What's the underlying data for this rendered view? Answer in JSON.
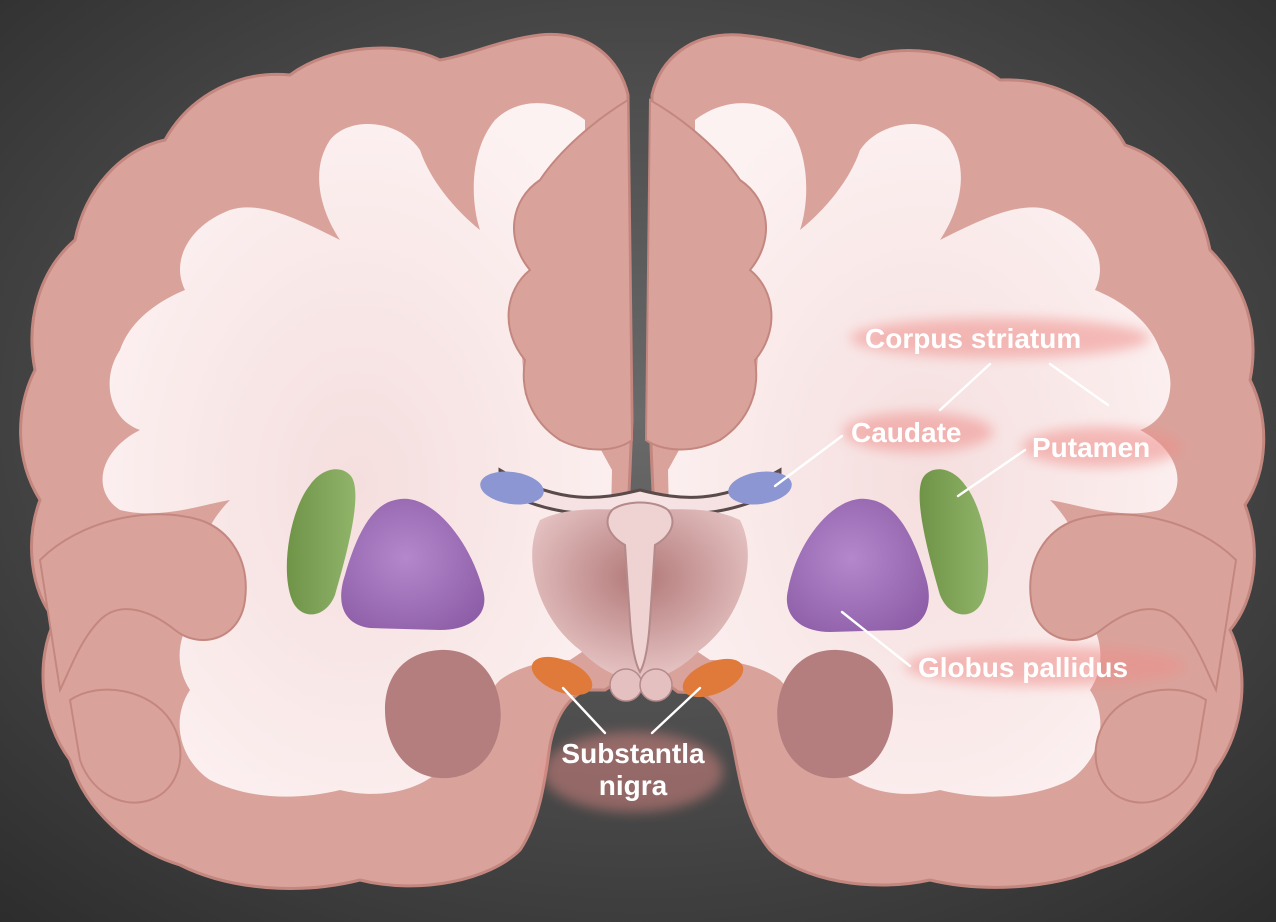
{
  "labels": {
    "corpus_striatum": "Corpus striatum",
    "caudate": "Caudate",
    "putamen": "Putamen",
    "globus_pallidus": "Globus pallidus",
    "substantia_nigra_line1": "Substantla",
    "substantia_nigra_line2": "nigra"
  },
  "colors": {
    "background": "#3a3a3a",
    "cortex": "#d9a39b",
    "cortex_edge": "#c98e86",
    "white_matter": "#f8e6e6",
    "caudate": "#8c96d2",
    "putamen": "#7fa05a",
    "globus_pallidus": "#a878c0",
    "substantia_nigra": "#e07a3a",
    "thalamus": "#b57e7e",
    "label_glow": "#ee8f8a"
  }
}
